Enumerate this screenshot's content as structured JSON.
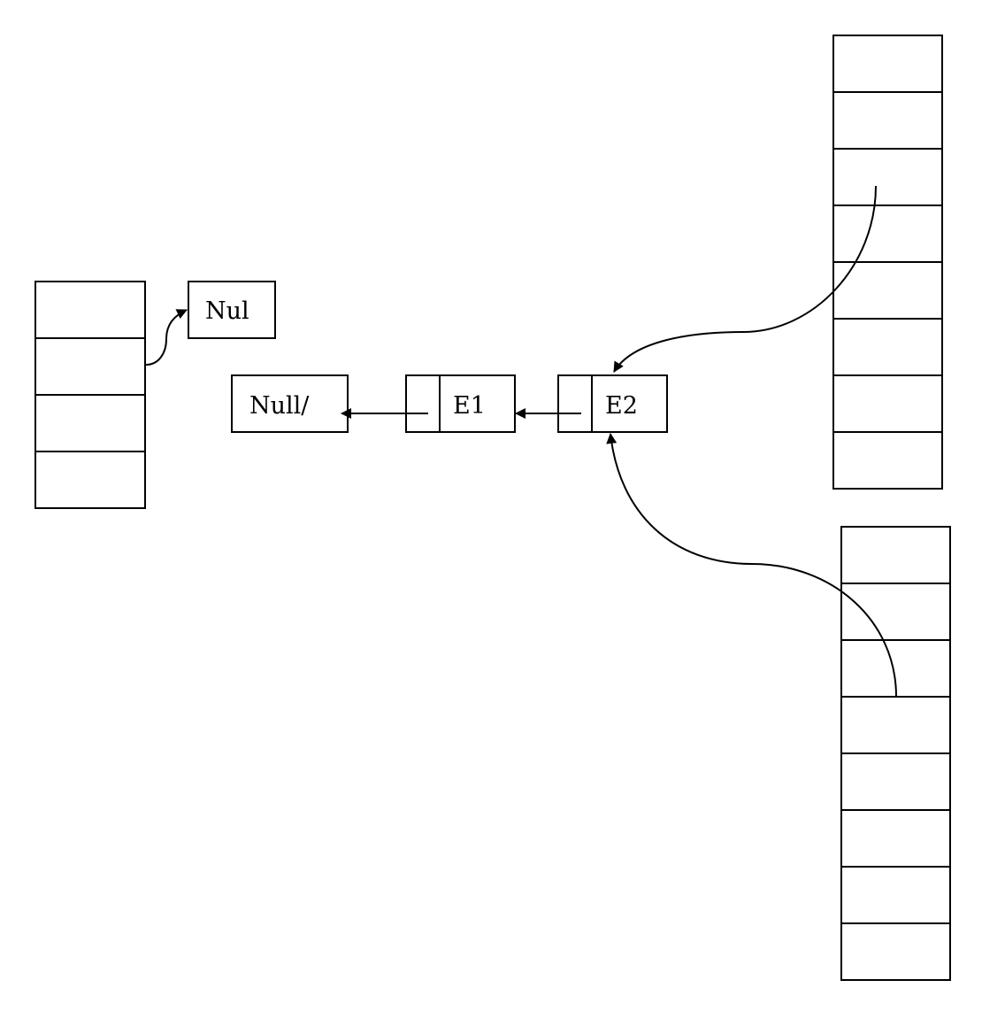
{
  "nodes": {
    "null_left": {
      "label": "Null/"
    },
    "e1": {
      "label": "E1"
    },
    "e2": {
      "label": "E2"
    },
    "nul_small": {
      "label": "Nul"
    }
  },
  "arrays": {
    "left_table": {
      "cells": 4
    },
    "right_top_table": {
      "cells": 8
    },
    "right_bottom_table": {
      "cells": 8
    }
  }
}
